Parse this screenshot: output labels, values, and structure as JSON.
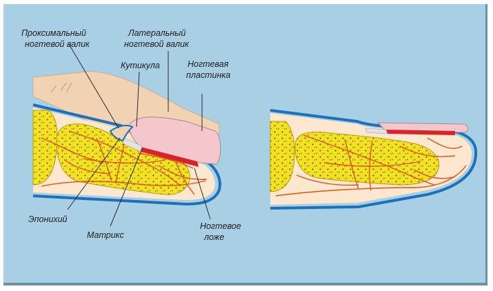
{
  "labels": {
    "proximal_fold": [
      "Проксимальный",
      "ногтевой валик"
    ],
    "lateral_fold": [
      "Латеральный",
      "ногтевой валик"
    ],
    "cuticle": "Кутикула",
    "nail_plate": [
      "Ногтевая",
      "пластинка"
    ],
    "eponychium": "Эпонихий",
    "matrix": "Матрикс",
    "nail_bed": [
      "Ногтевое",
      "ложе"
    ]
  },
  "colors": {
    "background": "#a9cfe5",
    "skin": "#f1d3b4",
    "tissue": "#fde8cf",
    "bone": "#f3e21f",
    "vessels": "#e0501c",
    "epidermis": "#1d71b8",
    "nail_plate": "#f4c7cc",
    "matrix_red": "#d8232a"
  }
}
